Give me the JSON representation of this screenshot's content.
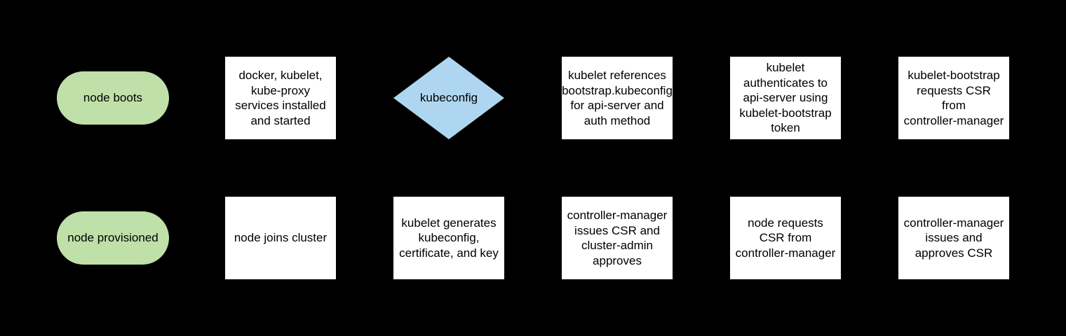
{
  "colors": {
    "background": "#000000",
    "terminator_fill": "#bfe0a8",
    "process_fill": "#ffffff",
    "decision_fill": "#aed6f0",
    "text": "#000000"
  },
  "nodes": {
    "top_row": [
      {
        "id": "node-boots",
        "shape": "terminator",
        "lines": [
          "node boots"
        ]
      },
      {
        "id": "services-installed",
        "shape": "process",
        "lines": [
          "docker, kubelet,",
          "kube-proxy",
          "services installed",
          "and started"
        ]
      },
      {
        "id": "kubeconfig-decision",
        "shape": "decision",
        "lines": [
          "kubeconfig"
        ]
      },
      {
        "id": "kubelet-references-bootstrap",
        "shape": "process",
        "lines": [
          "kubelet references",
          "bootstrap.kubeconfig",
          "for api-server and",
          "auth method"
        ]
      },
      {
        "id": "kubelet-authenticates",
        "shape": "process",
        "lines": [
          "kubelet",
          "authenticates to",
          "api-server using",
          "kubelet-bootstrap",
          "token"
        ]
      },
      {
        "id": "kubelet-bootstrap-requests-csr",
        "shape": "process",
        "lines": [
          "kubelet-bootstrap",
          "requests CSR",
          "from",
          "controller-manager"
        ]
      }
    ],
    "bottom_row": [
      {
        "id": "node-provisioned",
        "shape": "terminator",
        "lines": [
          "node provisioned"
        ]
      },
      {
        "id": "node-joins-cluster",
        "shape": "process",
        "lines": [
          "node joins cluster"
        ]
      },
      {
        "id": "kubelet-generates",
        "shape": "process",
        "lines": [
          "kubelet generates",
          "kubeconfig,",
          "certificate, and key"
        ]
      },
      {
        "id": "cm-issues-csr-admin-approves",
        "shape": "process",
        "lines": [
          "controller-manager",
          "issues CSR and",
          "cluster-admin",
          "approves"
        ]
      },
      {
        "id": "node-requests-csr",
        "shape": "process",
        "lines": [
          "node requests",
          "CSR from",
          "controller-manager"
        ]
      },
      {
        "id": "cm-issues-and-approves-csr",
        "shape": "process",
        "lines": [
          "controller-manager",
          "issues and",
          "approves CSR"
        ]
      }
    ]
  }
}
